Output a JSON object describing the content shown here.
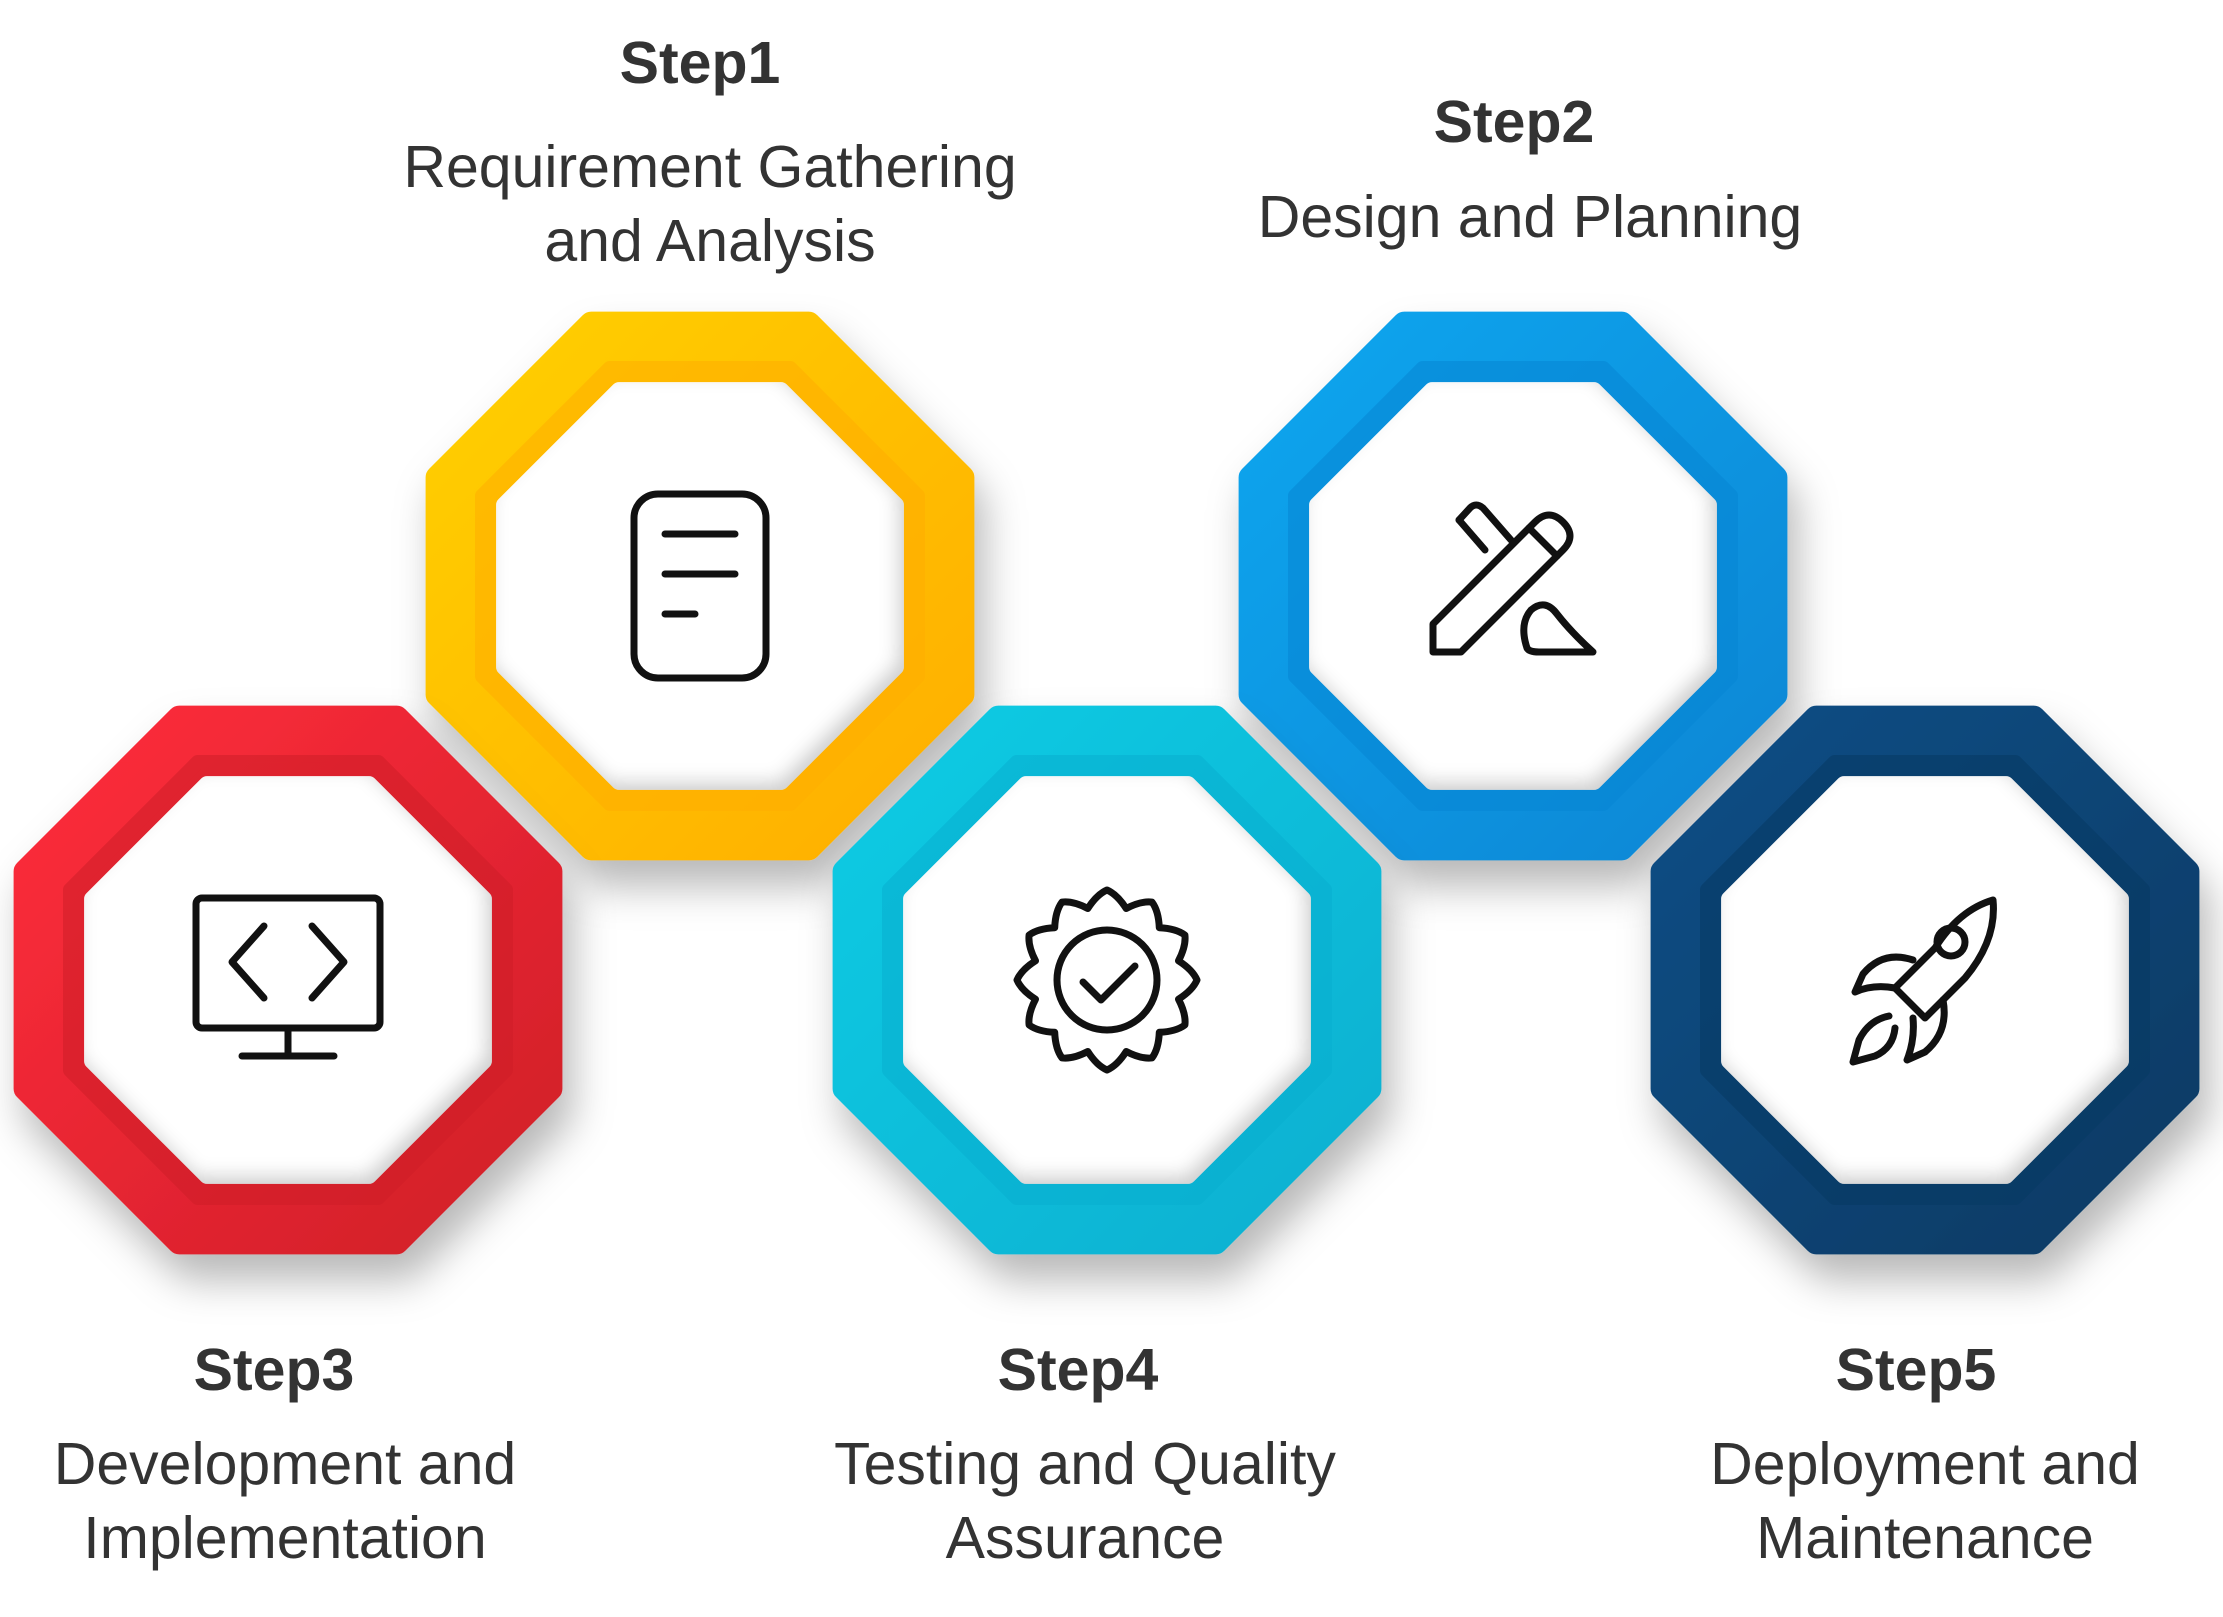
{
  "steps": [
    {
      "id": "step1",
      "title": "Step1",
      "lines": [
        "Requirement Gathering",
        "and Analysis"
      ],
      "icon": "document-icon",
      "color_light": "#FFD000",
      "color_dark": "#FFAE00"
    },
    {
      "id": "step2",
      "title": "Step2",
      "lines": [
        "Design and Planning"
      ],
      "icon": "pencil-brush-icon",
      "color_light": "#0EA6EF",
      "color_dark": "#0786D4"
    },
    {
      "id": "step3",
      "title": "Step3",
      "lines": [
        "Development and",
        "Implementation"
      ],
      "icon": "code-monitor-icon",
      "color_light": "#FF2D3C",
      "color_dark": "#CF1E28"
    },
    {
      "id": "step4",
      "title": "Step4",
      "lines": [
        "Testing and Quality",
        "Assurance"
      ],
      "icon": "badge-check-icon",
      "color_light": "#12CCE4",
      "color_dark": "#08AFD0"
    },
    {
      "id": "step5",
      "title": "Step5",
      "lines": [
        "Deployment and",
        "Maintenance"
      ],
      "icon": "rocket-icon",
      "color_light": "#0E4E86",
      "color_dark": "#063A63"
    }
  ]
}
